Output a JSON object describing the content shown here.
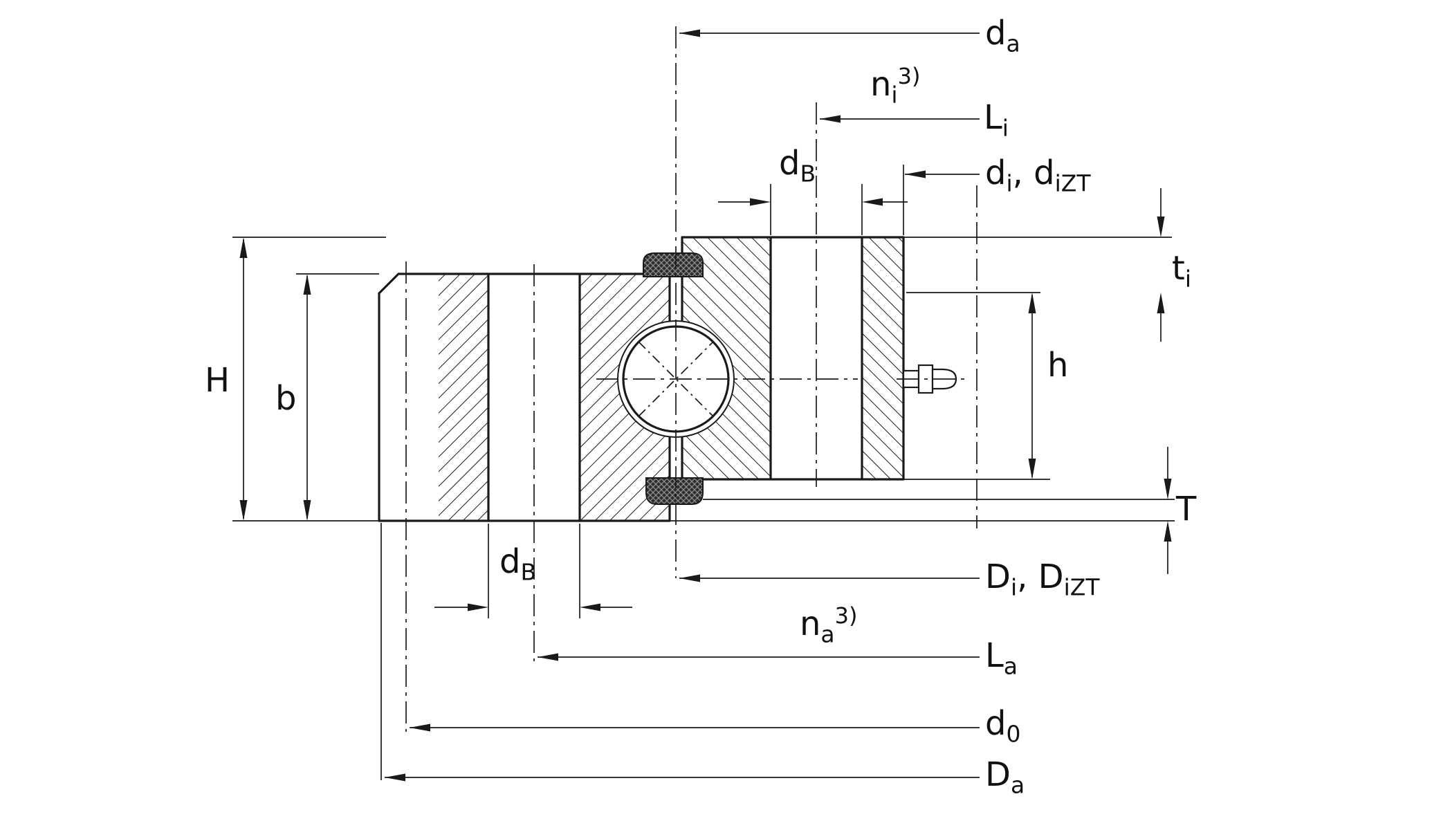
{
  "drawing": {
    "description": "Cross-section dimension drawing of a slewing ring ball bearing",
    "colors": {
      "background": "#ffffff",
      "line": "#1a1a1a",
      "text": "#111111"
    }
  },
  "labels": {
    "da": {
      "m1": "d",
      "s1": "a"
    },
    "ni": {
      "m1": "n",
      "s1": "i",
      "sup": "3)"
    },
    "Li": {
      "m1": "L",
      "s1": "i"
    },
    "dB_top": {
      "m1": "d",
      "s1": "B"
    },
    "di": {
      "m1": "d",
      "s1": "i",
      "m2": ", d",
      "s2": "iZT"
    },
    "ti": {
      "m1": "t",
      "s1": "i"
    },
    "h": {
      "m1": "h"
    },
    "T": {
      "m1": "T"
    },
    "H": {
      "m1": "H"
    },
    "b": {
      "m1": "b"
    },
    "dB_bottom": {
      "m1": "d",
      "s1": "B"
    },
    "Di": {
      "m1": "D",
      "s1": "i",
      "m2": ", D",
      "s2": "iZT"
    },
    "na": {
      "m1": "n",
      "s1": "a",
      "sup": "3)"
    },
    "La": {
      "m1": "L",
      "s1": "a"
    },
    "d0": {
      "m1": "d",
      "s1": "0"
    },
    "Da": {
      "m1": "D",
      "s1": "a"
    }
  }
}
